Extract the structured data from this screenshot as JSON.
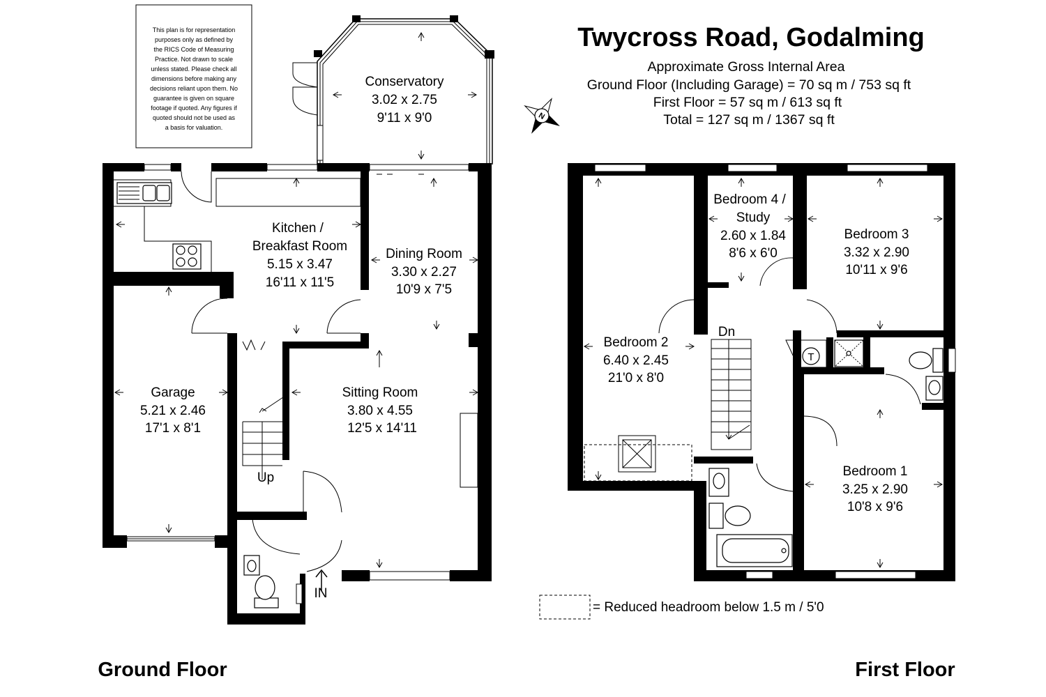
{
  "title": "Twycross Road, Godalming",
  "area": {
    "heading": "Approximate Gross Internal Area",
    "ground": "Ground Floor (Including Garage) = 70 sq m / 753 sq ft",
    "first": "First Floor = 57 sq m / 613 sq ft",
    "total": "Total = 127 sq m / 1367 sq ft"
  },
  "disclaimer": [
    "This plan is for representation",
    "purposes only as defined by",
    "the RICS Code of Measuring",
    "Practice. Not drawn to scale",
    "unless stated. Please check all",
    "dimensions before making any",
    "decisions reliant upon them. No",
    "guarantee is given on square",
    "footage if quoted. Any figures if",
    "quoted should not be used as",
    "a basis for valuation."
  ],
  "compass_letter": "N",
  "ground_floor": {
    "label": "Ground Floor",
    "conservatory": {
      "name": "Conservatory",
      "metric": "3.02 x 2.75",
      "imperial": "9'11 x 9'0"
    },
    "kitchen": {
      "name1": "Kitchen /",
      "name2": "Breakfast Room",
      "metric": "5.15 x 3.47",
      "imperial": "16'11 x 11'5"
    },
    "dining": {
      "name": "Dining Room",
      "metric": "3.30 x 2.27",
      "imperial": "10'9 x 7'5"
    },
    "garage": {
      "name": "Garage",
      "metric": "5.21 x 2.46",
      "imperial": "17'1 x 8'1"
    },
    "sitting": {
      "name": "Sitting Room",
      "metric": "3.80 x 4.55",
      "imperial": "12'5 x 14'11"
    },
    "stairs_label": "Up",
    "entrance_label": "IN"
  },
  "first_floor": {
    "label": "First Floor",
    "bedroom4": {
      "name1": "Bedroom 4 /",
      "name2": "Study",
      "metric": "2.60 x 1.84",
      "imperial": "8'6 x 6'0"
    },
    "bedroom3": {
      "name": "Bedroom 3",
      "metric": "3.32 x 2.90",
      "imperial": "10'11 x 9'6"
    },
    "bedroom2": {
      "name": "Bedroom 2",
      "metric": "6.40 x 2.45",
      "imperial": "21'0 x 8'0"
    },
    "bedroom1": {
      "name": "Bedroom 1",
      "metric": "3.25 x 2.90",
      "imperial": "10'8 x 9'6"
    },
    "stairs_label": "Dn",
    "tank_label": "T"
  },
  "legend": {
    "text": "=  Reduced headroom below 1.5 m / 5'0"
  }
}
